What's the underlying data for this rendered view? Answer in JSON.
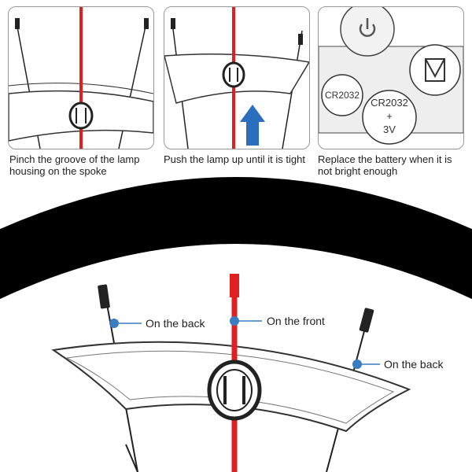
{
  "steps": [
    {
      "caption": "Pinch the groove of the lamp housing on the spoke"
    },
    {
      "caption": "Push the lamp up until it is tight"
    },
    {
      "caption": "Replace the battery when it is not bright enough"
    }
  ],
  "battery": {
    "label1": "CR2032",
    "label2": "CR2032",
    "label3": "+",
    "label4": "3V"
  },
  "callouts": {
    "left": "On the back",
    "center": "On the front",
    "right": "On the back"
  },
  "colors": {
    "spoke_red": "#e02020",
    "dot_blue": "#3a7cc0",
    "arrow_blue": "#2a6ebd"
  }
}
